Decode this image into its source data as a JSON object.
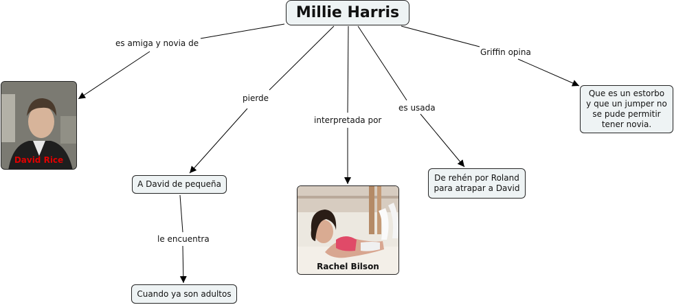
{
  "nodes": {
    "main": "Millie Harris",
    "david_rice": "David Rice",
    "a_david": "A David de pequeña",
    "adultos": "Cuando ya son adultos",
    "rachel": "Rachel Bilson",
    "rehen": "De rehén por Roland para atrapar a David",
    "estorbo": "Que es un estorbo y que un jumper no se pude permitir tener novia."
  },
  "links": {
    "amiga": "es amiga y novia de",
    "pierde": "pierde",
    "interpretada": "interpretada por",
    "usada": "es usada",
    "griffin": "Griffin opina",
    "encuentra": "le encuentra"
  },
  "colors": {
    "node_fill": "#eef3f4",
    "border": "#222222",
    "david_caption": "#e00000",
    "rachel_caption": "#111111"
  }
}
